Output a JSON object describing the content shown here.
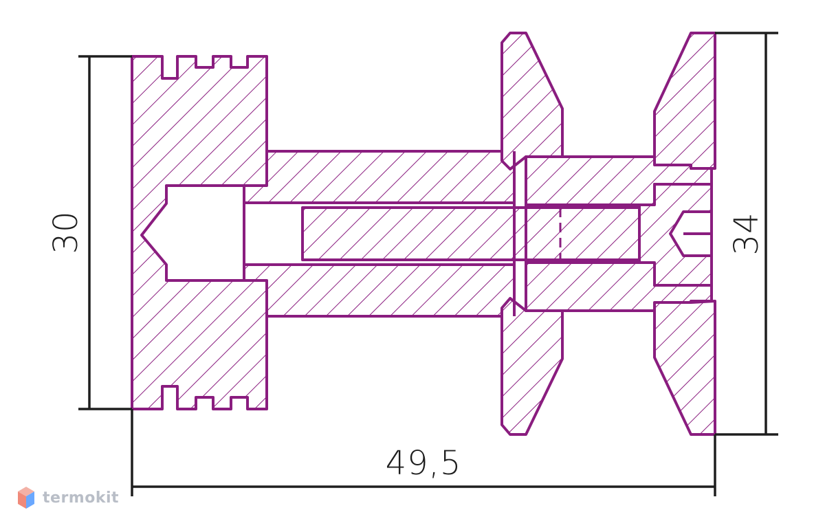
{
  "colors": {
    "part": "#8a1d7f",
    "dimension": "#1e1e1e",
    "background": "#ffffff",
    "logo_text": "#b9bec7"
  },
  "dimensions": {
    "height_left": "30",
    "height_right": "34",
    "total_length": "49,5"
  },
  "logo": {
    "text": "termokit",
    "icon": "hexagon-cube-icon"
  }
}
